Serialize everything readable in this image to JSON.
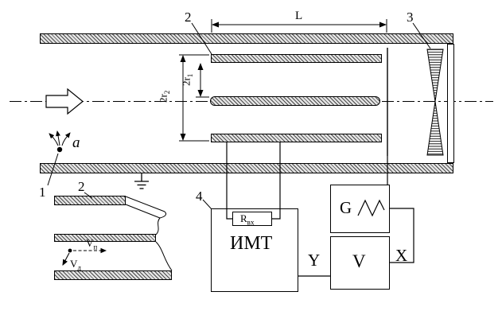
{
  "callouts": {
    "one": "1",
    "two_main": "2",
    "two_detail": "2",
    "three": "3",
    "four": "4",
    "source_label": "а"
  },
  "dimensions": {
    "length_label": "L",
    "outer_diameter": {
      "base": "2r",
      "sub": "2"
    },
    "inner_diameter": {
      "base": "2r",
      "sub": "1"
    }
  },
  "detail_view": {
    "v_longitudinal": {
      "base": "V",
      "sub": "п"
    },
    "v_drift": {
      "base": "V",
      "sub": "д"
    }
  },
  "instruments": {
    "meter_label": "ИМТ",
    "input_resistor": {
      "base": "R",
      "sub": "вх"
    },
    "generator_label": "G",
    "indicator_label": "V",
    "y_label": "Y",
    "x_label": "X"
  },
  "colors": {
    "line": "#000000",
    "background": "#ffffff",
    "hatch_fill": "#e4e4e4",
    "hatch_line": "#4a4a4a"
  }
}
